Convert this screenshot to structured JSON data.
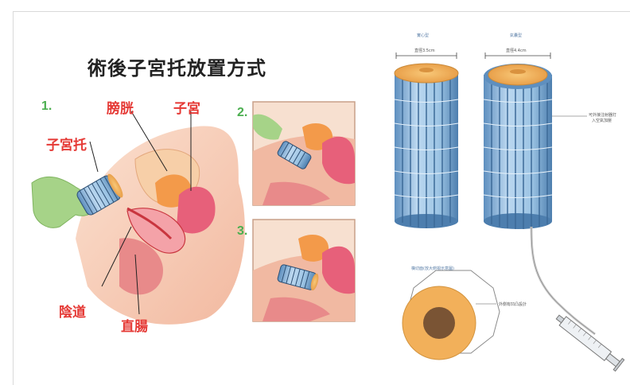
{
  "title": "術後子宮托放置方式",
  "steps": {
    "s1": "1.",
    "s2": "2.",
    "s3": "3."
  },
  "labels": {
    "bladder": "膀胱",
    "uterus": "子宮",
    "pessary": "子宮托",
    "vagina": "陰道",
    "rectum": "直腸"
  },
  "cylinder_left": {
    "title": "實心型",
    "dim": "直徑3.5cm"
  },
  "cylinder_right": {
    "title": "氣囊型",
    "dim": "直徑4.4cm",
    "note_line1": "可外接注射器打",
    "note_line2": "入空氣加壓"
  },
  "top_view": {
    "title": "橫切面(放大俯視示意圖)",
    "note": "外側有凹凸設計"
  },
  "colors": {
    "red_label": "#e53935",
    "step_green": "#4caf50",
    "cyl_blue": "#9cc4e4",
    "cap_orange": "#f2b05a"
  }
}
